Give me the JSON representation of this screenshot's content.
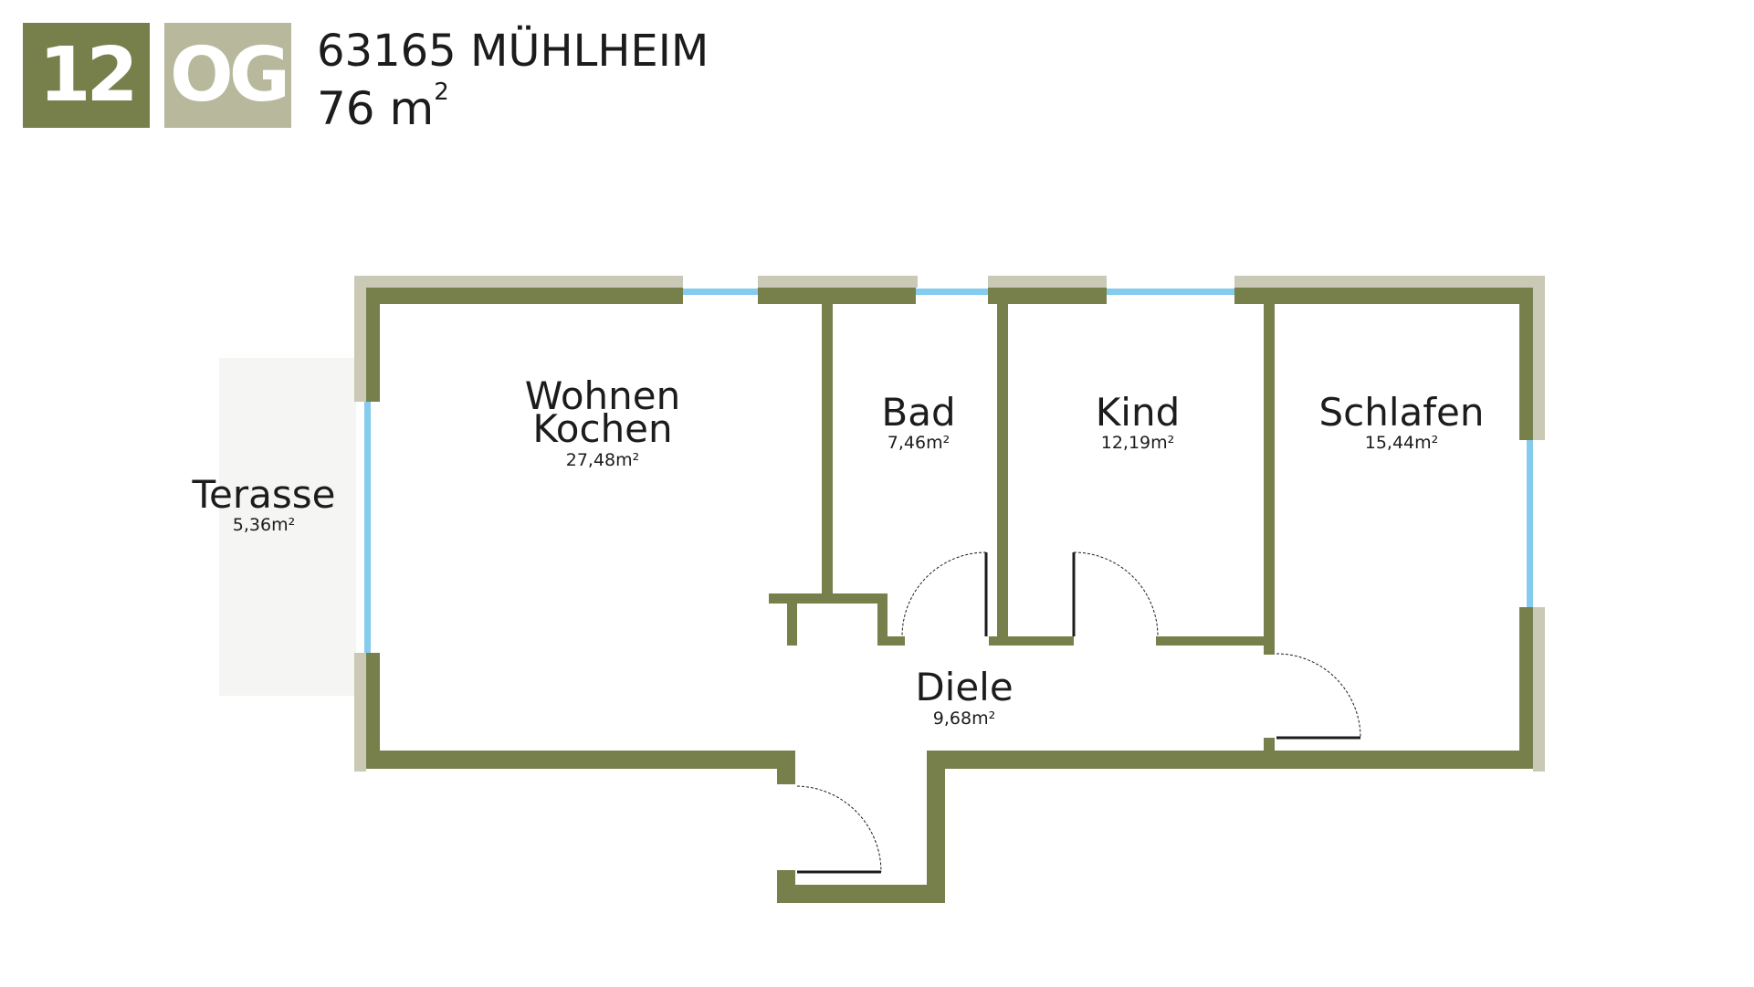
{
  "header": {
    "unit_number": "12",
    "floor_label": "OG",
    "address": "63165 MÜHLHEIM",
    "area_value": "76 m",
    "area_unit_exp": "2"
  },
  "rooms": {
    "wohnen": {
      "name_line1": "Wohnen",
      "name_line2": "Kochen",
      "area": "27,48m²"
    },
    "bad": {
      "name": "Bad",
      "area": "7,46m²"
    },
    "kind": {
      "name": "Kind",
      "area": "12,19m²"
    },
    "schlafen": {
      "name": "Schlafen",
      "area": "15,44m²"
    },
    "terasse": {
      "name": "Terasse",
      "area": "5,36m²"
    },
    "diele": {
      "name": "Diele",
      "area": "9,68m²"
    }
  },
  "colors": {
    "wall": "#77804a",
    "exterior_band": "#c9c9b5",
    "window": "#84ccee",
    "terrace": "#f5f5f3",
    "badge_unit": "#77804a",
    "badge_floor": "#b7b89c",
    "text": "#1c1c1c"
  }
}
